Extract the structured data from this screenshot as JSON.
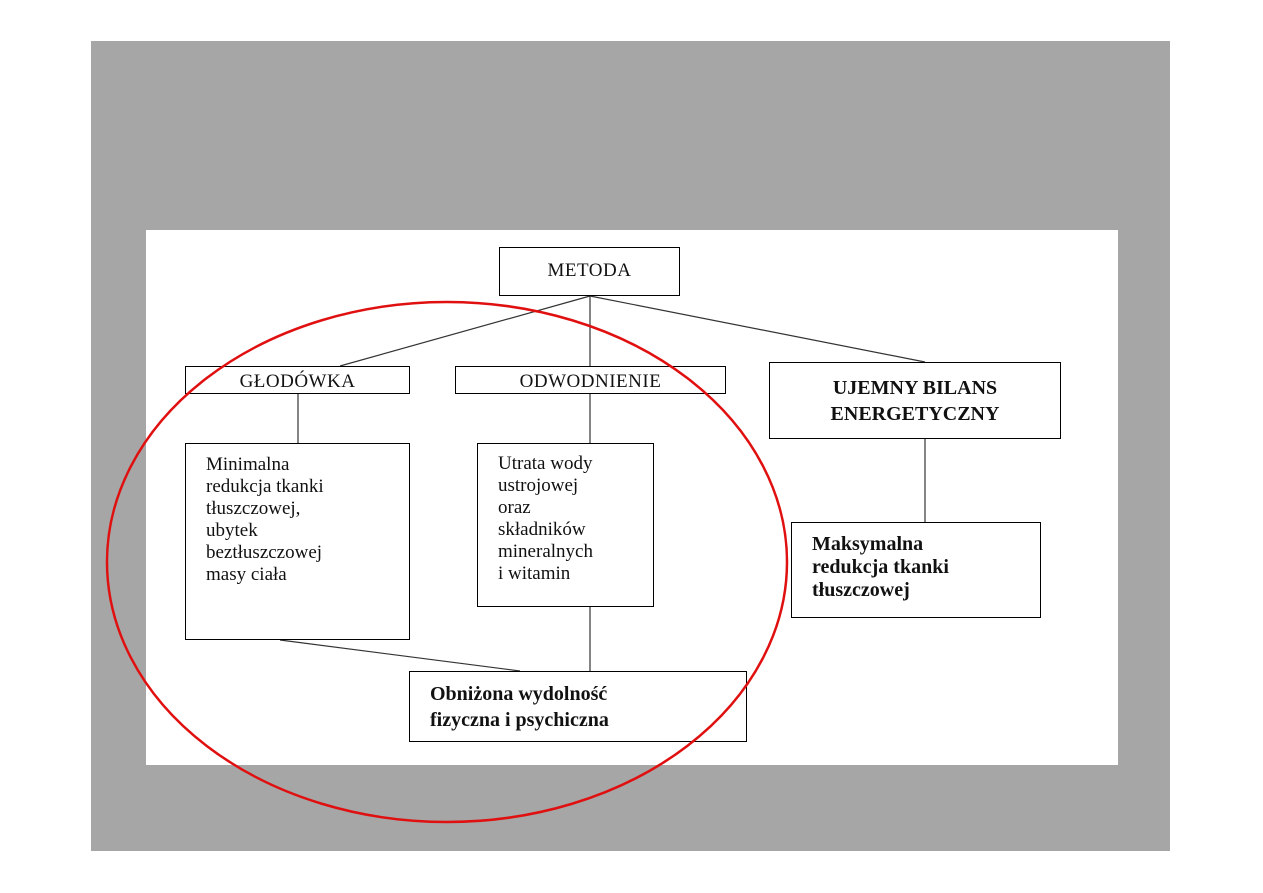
{
  "diagram": {
    "root": {
      "label": "METODA"
    },
    "methods": [
      {
        "label": "GŁODÓWKA"
      },
      {
        "label": "ODWODNIENIE"
      },
      {
        "label_lines": [
          "UJEMNY BILANS",
          "ENERGETYCZNY"
        ]
      }
    ],
    "effects": [
      {
        "lines": [
          "Minimalna",
          "redukcja tkanki",
          "tłuszczowej,",
          "ubytek",
          "beztłuszczowej",
          "masy ciała"
        ]
      },
      {
        "lines": [
          "Utrata wody",
          "ustrojowej",
          "oraz",
          "składników",
          "mineralnych",
          "i witamin"
        ]
      },
      {
        "lines": [
          "Maksymalna",
          "redukcja tkanki",
          "tłuszczowej"
        ]
      }
    ],
    "outcome": {
      "lines": [
        "Obniżona wydolność",
        "fizyczna i psychiczna"
      ]
    }
  },
  "colors": {
    "slide_background": "#a6a6a6",
    "panel_background": "#ffffff",
    "highlight_ellipse": "#e01010",
    "connector": "#333333"
  }
}
